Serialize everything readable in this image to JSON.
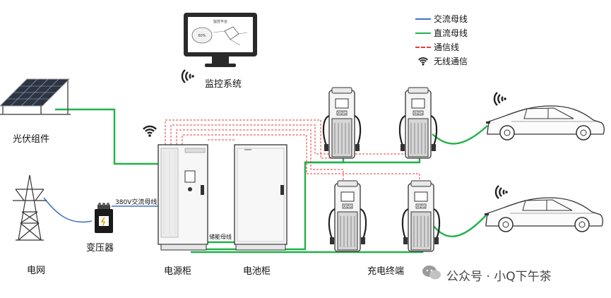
{
  "legend": {
    "items": [
      {
        "label": "交流母线",
        "color": "#4472c4",
        "style": "solid"
      },
      {
        "label": "直流母线",
        "color": "#22b14c",
        "style": "solid"
      },
      {
        "label": "通信线",
        "color": "#e83b3b",
        "style": "dashed"
      },
      {
        "label": "无线通信",
        "icon": "wifi-icon"
      }
    ]
  },
  "nodes": {
    "monitor": "监控系统",
    "pv": "光伏组件",
    "grid": "电网",
    "transformer": "变压器",
    "power_cabinet": "电源柜",
    "battery_cabinet": "电池柜",
    "charger": "充电终端"
  },
  "edges": {
    "ac_bus_380": "380V交流母线",
    "storage_bus": "储能母线"
  },
  "screen": {
    "title": "监控平台",
    "soc": "60%"
  },
  "watermark": "公众号 · 小Q下午茶",
  "colors": {
    "ac": "#4472c4",
    "dc": "#22b14c",
    "comm": "#e83b3b"
  }
}
